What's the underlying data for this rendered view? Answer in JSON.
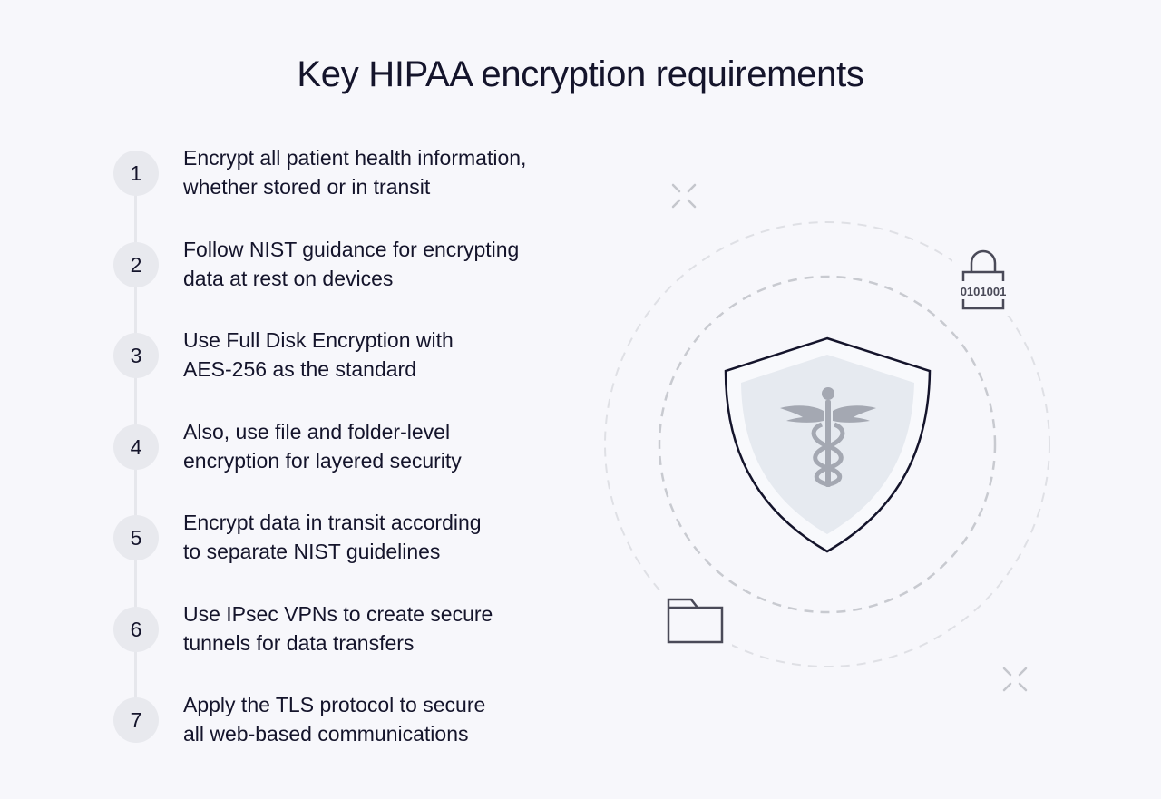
{
  "title": "Key HIPAA encryption requirements",
  "steps": [
    {
      "number": "1",
      "line1": "Encrypt all patient health information,",
      "line2": "whether stored or in transit"
    },
    {
      "number": "2",
      "line1": "Follow NIST guidance for encrypting",
      "line2": "data at rest on devices"
    },
    {
      "number": "3",
      "line1": "Use Full Disk Encryption with",
      "line2": "AES-256 as the standard"
    },
    {
      "number": "4",
      "line1": "Also, use file and folder-level",
      "line2": "encryption for layered security"
    },
    {
      "number": "5",
      "line1": "Encrypt data in transit according",
      "line2": "to separate NIST guidelines"
    },
    {
      "number": "6",
      "line1": "Use IPsec VPNs to create secure",
      "line2": "tunnels for data transfers"
    },
    {
      "number": "7",
      "line1": "Apply the TLS protocol to secure",
      "line2": "all web-based communications"
    }
  ],
  "illustration": {
    "lock_label": "0101001",
    "icons": [
      "shield-icon",
      "caduceus-icon",
      "binary-lock-icon",
      "folder-icon",
      "sparkle-icon"
    ],
    "colors": {
      "background": "#f7f7fb",
      "outline": "#14142b",
      "shield_fill": "#e6eaf0",
      "caduceus": "#a4a8b2",
      "dash": "#c8cad0",
      "badge": "#e8e9ee"
    }
  }
}
